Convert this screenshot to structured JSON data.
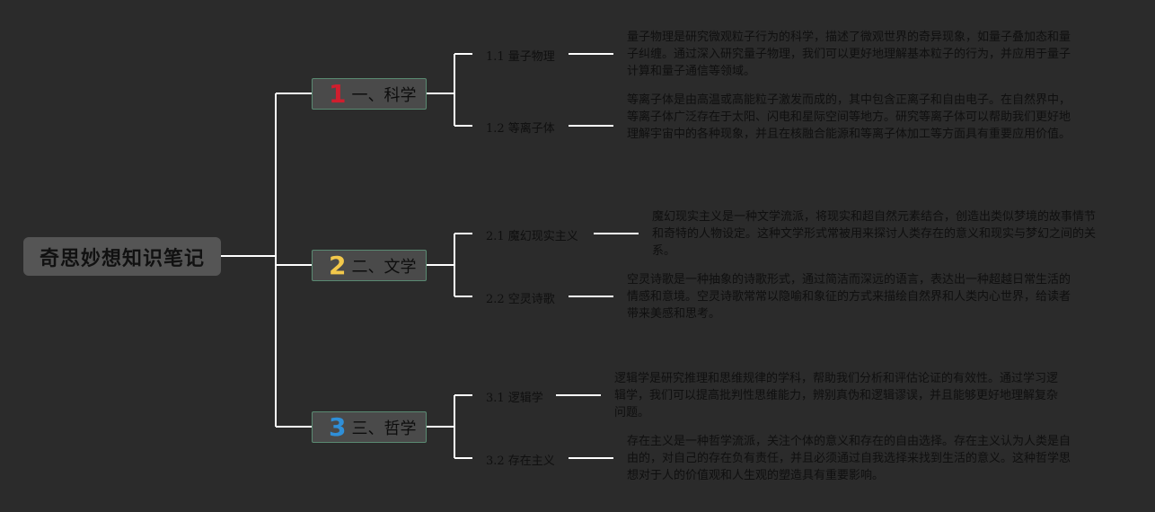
{
  "root": {
    "title": "奇思妙想知识笔记"
  },
  "colors": {
    "background": "#2b2b2b",
    "connector": "#ffffff",
    "branch_border": "#5a8a72",
    "num1": "#d01e2e",
    "num2": "#f2c84b",
    "num3": "#2f8fd8"
  },
  "branches": [
    {
      "num": "1",
      "title": "一、科学",
      "leaves": [
        {
          "label": "1.1 量子物理",
          "desc": "量子物理是研究微观粒子行为的科学，描述了微观世界的奇异现象，如量子叠加态和量子纠缠。通过深入研究量子物理，我们可以更好地理解基本粒子的行为，并应用于量子计算和量子通信等领域。"
        },
        {
          "label": "1.2 等离子体",
          "desc": "等离子体是由高温或高能粒子激发而成的，其中包含正离子和自由电子。在自然界中，等离子体广泛存在于太阳、闪电和星际空间等地方。研究等离子体可以帮助我们更好地理解宇宙中的各种现象，并且在核融合能源和等离子体加工等方面具有重要应用价值。"
        }
      ]
    },
    {
      "num": "2",
      "title": "二、文学",
      "leaves": [
        {
          "label": "2.1 魔幻现实主义",
          "desc": "魔幻现实主义是一种文学流派，将现实和超自然元素结合，创造出类似梦境的故事情节和奇特的人物设定。这种文学形式常被用来探讨人类存在的意义和现实与梦幻之间的关系。"
        },
        {
          "label": "2.2 空灵诗歌",
          "desc": "空灵诗歌是一种抽象的诗歌形式，通过简洁而深远的语言，表达出一种超越日常生活的情感和意境。空灵诗歌常常以隐喻和象征的方式来描绘自然界和人类内心世界，给读者带来美感和思考。"
        }
      ]
    },
    {
      "num": "3",
      "title": "三、哲学",
      "leaves": [
        {
          "label": "3.1 逻辑学",
          "desc": "逻辑学是研究推理和思维规律的学科，帮助我们分析和评估论证的有效性。通过学习逻辑学，我们可以提高批判性思维能力，辨别真伪和逻辑谬误，并且能够更好地理解复杂问题。"
        },
        {
          "label": "3.2 存在主义",
          "desc": "存在主义是一种哲学流派，关注个体的意义和存在的自由选择。存在主义认为人类是自由的，对自己的存在负有责任，并且必须通过自我选择来找到生活的意义。这种哲学思想对于人的价值观和人生观的塑造具有重要影响。"
        }
      ]
    }
  ]
}
